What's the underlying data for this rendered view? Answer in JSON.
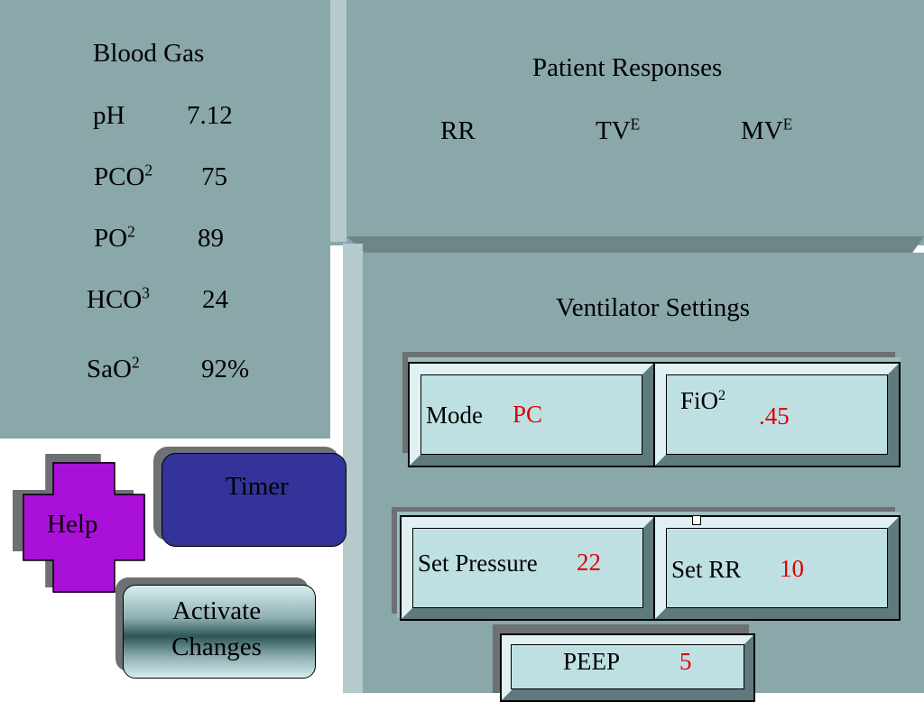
{
  "blood_gas": {
    "title": "Blood Gas",
    "rows": [
      {
        "label": "pH",
        "sub": "",
        "value": "7.12"
      },
      {
        "label": "PCO",
        "sub": "2",
        "value": "75"
      },
      {
        "label": "PO",
        "sub": "2",
        "value": "89"
      },
      {
        "label": "HCO",
        "sub": "3",
        "value": "24"
      },
      {
        "label": "SaO",
        "sub": "2",
        "value": "92%"
      }
    ]
  },
  "patient_responses": {
    "title": "Patient Responses",
    "rr": "RR",
    "tv": "TV",
    "tv_sup": "E",
    "mv": "MV",
    "mv_sup": "E"
  },
  "ventilator": {
    "title": "Ventilator Settings",
    "mode": {
      "label": "Mode",
      "value": "PC"
    },
    "fio2": {
      "label": "FiO",
      "sup": "2",
      "value": ".45"
    },
    "set_pressure": {
      "label": "Set Pressure",
      "value": "22"
    },
    "set_rr": {
      "label": "Set RR",
      "value": "10"
    },
    "peep": {
      "label": "PEEP",
      "value": "5"
    }
  },
  "buttons": {
    "help": "Help",
    "timer": "Timer",
    "activate_line1": "Activate",
    "activate_line2": "Changes"
  },
  "colors": {
    "panel": "#8aa7aa",
    "help": "#aa11d8",
    "timer": "#33339a",
    "value_red": "#e00000"
  }
}
